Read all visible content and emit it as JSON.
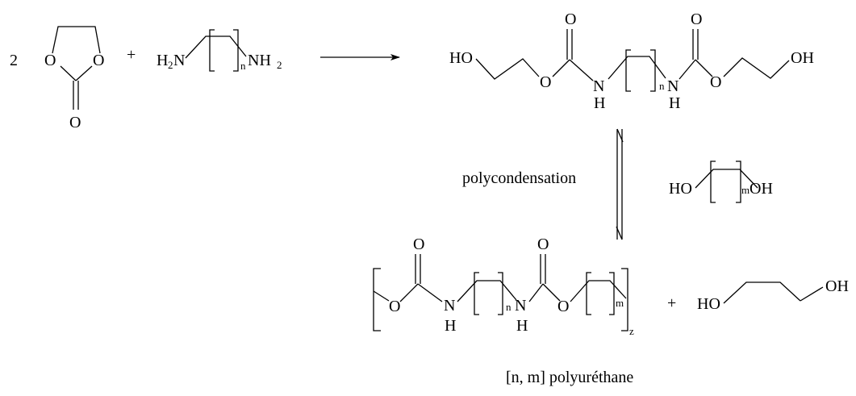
{
  "reactants": {
    "coefficient": "2",
    "plus": "+",
    "carbonate": {
      "o_left": "O",
      "o_right": "O",
      "o_carbonyl": "O"
    },
    "diamine": {
      "h": "H",
      "h_sub": "2",
      "n_left": "N",
      "index": "n",
      "nh_right": "NH",
      "h2_sub": "2"
    }
  },
  "diol_product": {
    "ho": "HO",
    "o_ester_left": "O",
    "o_carbonyl_left": "O",
    "nh_left_n": "N",
    "nh_left_h": "H",
    "index": "n",
    "nh_right_n": "N",
    "nh_right_h": "H",
    "o_carbonyl_right": "O",
    "o_ester_right": "O",
    "oh": "OH"
  },
  "reagent": {
    "label": "polycondensation",
    "diol_ho": "HO",
    "diol_index": "m",
    "diol_oh": "OH"
  },
  "polymer": {
    "o_left": "O",
    "o_carbonyl_left": "O",
    "n_left": "N",
    "h_left": "H",
    "index_n": "n",
    "n_right": "N",
    "h_right": "H",
    "o_carbonyl_right": "O",
    "o_right": "O",
    "index_m": "m",
    "repeat": "z",
    "plus": "+",
    "eg_ho": "HO",
    "eg_oh": "OH",
    "caption": "[n, m] polyuréthane"
  }
}
